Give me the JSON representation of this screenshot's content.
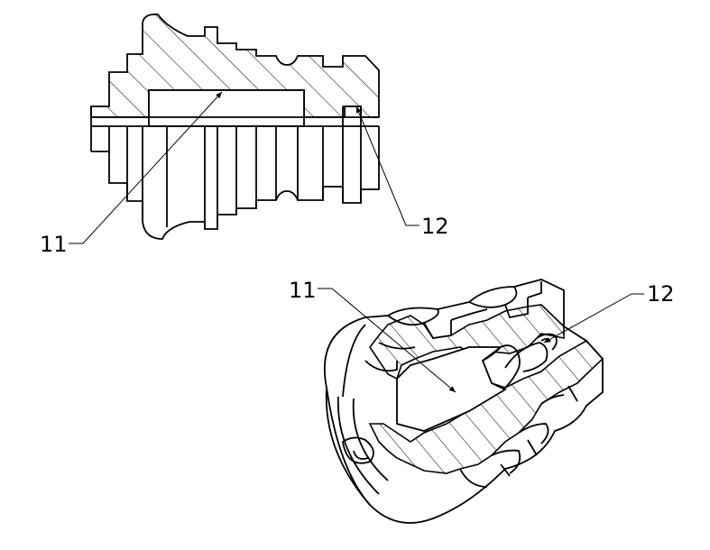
{
  "callouts": {
    "top_left": "11",
    "top_right": "12",
    "iso_left": "11",
    "iso_right": "12"
  },
  "colors": {
    "line": "#000000",
    "background": "#ffffff"
  }
}
